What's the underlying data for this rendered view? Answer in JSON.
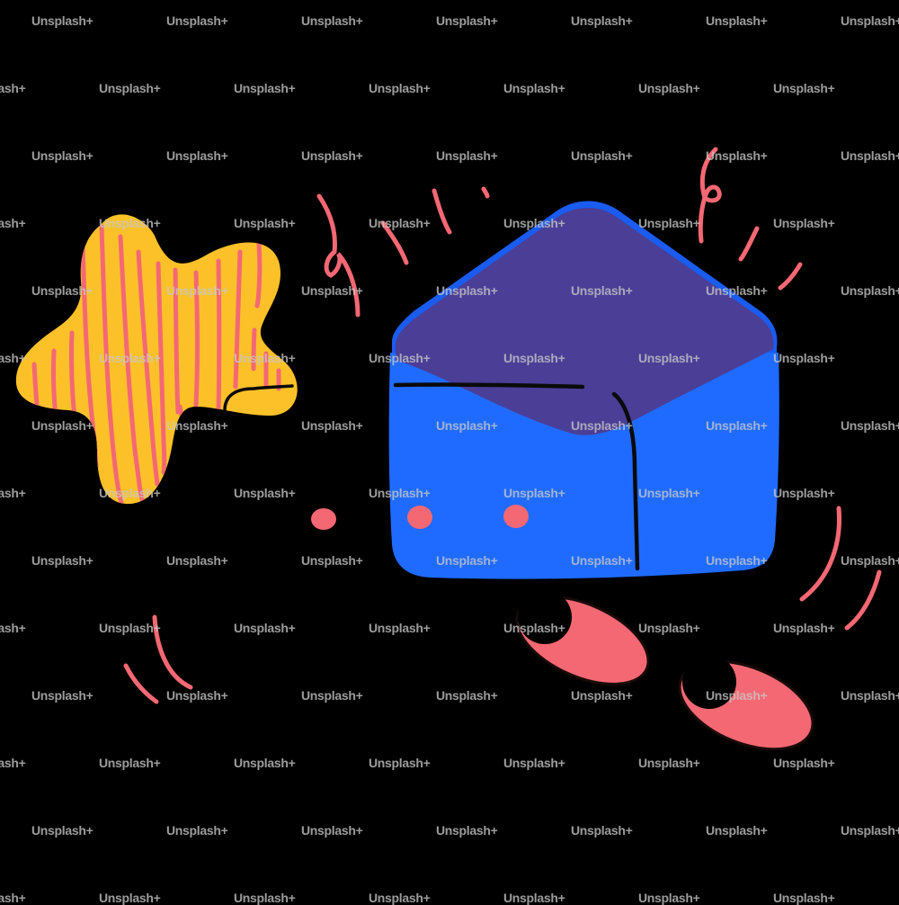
{
  "image": {
    "description": "Flat illustration of an open blue envelope with a purple flap, two pink cheek dots, walking on two pink feet, next to a yellow star with pink stripes, surrounded by pink confetti squiggles, on a black background with a tiled watermark.",
    "background_color": "#000000"
  },
  "watermark": {
    "text": "Unsplash+",
    "color": "#c8c8c8"
  },
  "colors": {
    "envelope_body": "#1f6bff",
    "envelope_flap": "#4a3e96",
    "envelope_outline": "#1a5cf0",
    "star_fill": "#fcc128",
    "accent_pink": "#f46873",
    "ink_black": "#0a0a0a"
  },
  "elements": {
    "envelope": "open-envelope",
    "star": "striped-star",
    "feet": [
      "left-foot",
      "right-foot"
    ],
    "confetti_count": 10
  }
}
